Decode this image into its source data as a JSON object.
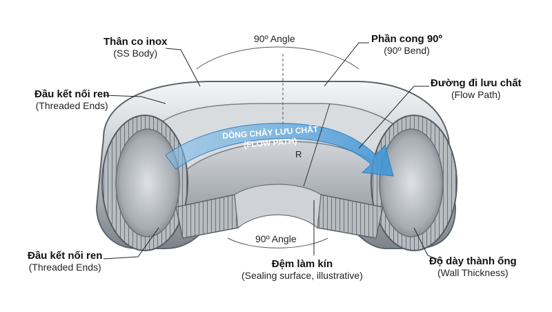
{
  "labels": {
    "ss_body": {
      "title": "Thân co inox",
      "sub": "(SS Body)"
    },
    "threaded_top": {
      "title": "Đầu kết nối ren",
      "sub": "(Threaded Ends)"
    },
    "threaded_bottom": {
      "title": "Đầu kết nối ren",
      "sub": "(Threaded Ends)"
    },
    "bend": {
      "title": "Phần cong 90º",
      "sub": "(90º Bend)"
    },
    "flow": {
      "title": "Đường đi lưu chất",
      "sub": "(Flow Path)"
    },
    "wall": {
      "title": "Độ dày thành ống",
      "sub": "(Wall Thickness)"
    },
    "seal": {
      "title": "Đệm làm kín",
      "sub": "(Sealing surface, illustrative)"
    }
  },
  "angle_top": "90º Angle",
  "angle_bottom": "90º Angle",
  "flow_arrow_line1": "DÒNG CHẢY LƯU CHẤT",
  "flow_arrow_line2": "(FLOW PATH)",
  "radius_label": "R",
  "colors": {
    "steel_light": "#eef0f2",
    "steel_mid": "#b9bec4",
    "steel_dark": "#6d737a",
    "flow_blue": "#5aa7df",
    "leader": "#222222"
  }
}
